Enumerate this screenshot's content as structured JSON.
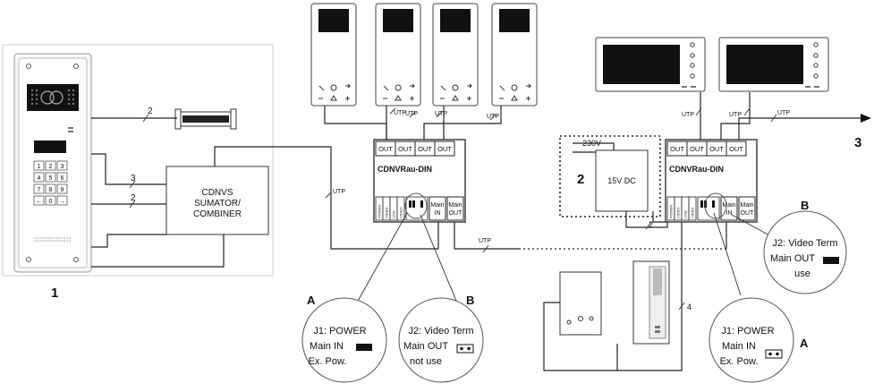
{
  "labels": {
    "n1": "1",
    "n2": "2",
    "n3": "3",
    "A": "A",
    "B": "B",
    "cable_2": "2",
    "cable_3": "3",
    "cable_4": "4",
    "utp": "UTP",
    "psu_in": "230V",
    "psu": "15V DC"
  },
  "combiner": {
    "line1": "CDNVS",
    "line2": "SUMATOR/",
    "line3": "COMBINER"
  },
  "distributor": {
    "title": "CDNVRau-DIN",
    "out": "OUT",
    "main_in_1": "Main",
    "main_in_2": "IN",
    "main_out_1": "Main",
    "main_out_2": "OUT",
    "small": [
      "POWER",
      "VIDEO",
      "LINE",
      "VIDEO"
    ]
  },
  "keypad": [
    "1",
    "2",
    "3",
    "4",
    "5",
    "6",
    "7",
    "8",
    "9",
    "←",
    "0",
    "→"
  ],
  "callouts": {
    "j1_left": {
      "l1": "J1: POWER",
      "l2": "Main IN",
      "l3": "Ex. Pow."
    },
    "j2_left": {
      "l1": "J2: Video Term",
      "l2": "Main OUT",
      "l3": "not use"
    },
    "j1_right": {
      "l1": "J1: POWER",
      "l2": "Main IN",
      "l3": "Ex. Pow."
    },
    "j2_right": {
      "l1": "J2: Video Term",
      "l2": "Main OUT",
      "l3": "use"
    }
  },
  "icons": [
    "door-panel-icon",
    "electric-lock-icon",
    "monitor-icon",
    "jumper-icon",
    "arrow-right-icon"
  ]
}
